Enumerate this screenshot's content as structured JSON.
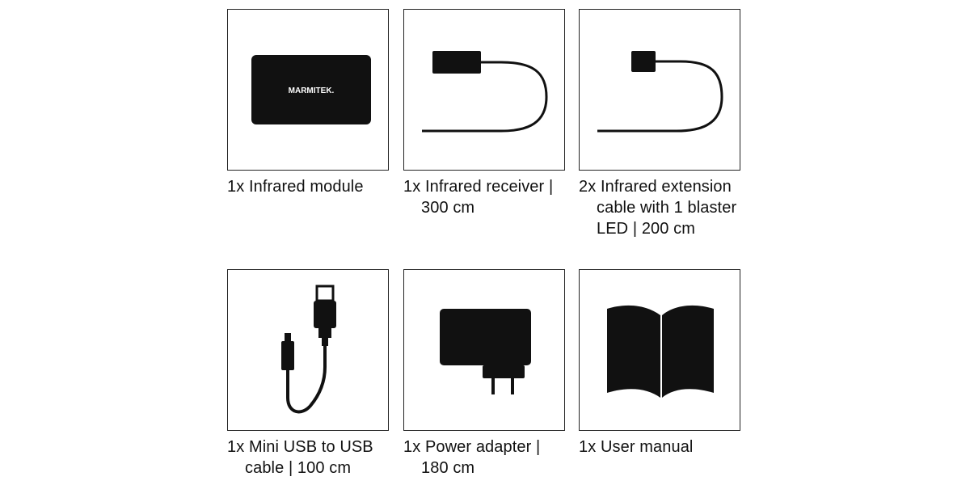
{
  "items": [
    {
      "caption": "1x Infrared module",
      "icon": "infrared-module-icon",
      "brand_text": "MARMITEK."
    },
    {
      "caption": "1x Infrared receiver | 300 cm",
      "icon": "infrared-receiver-icon"
    },
    {
      "caption": "2x Infrared extension cable with 1 blaster LED | 200 cm",
      "icon": "extension-cable-icon"
    },
    {
      "caption": "1x Mini USB to USB cable | 100 cm",
      "icon": "usb-cable-icon"
    },
    {
      "caption": "1x Power adapter | 180 cm",
      "icon": "power-adapter-icon"
    },
    {
      "caption": "1x User manual",
      "icon": "book-icon"
    }
  ],
  "colors": {
    "ink": "#111111",
    "border": "#222222",
    "background": "#ffffff"
  }
}
